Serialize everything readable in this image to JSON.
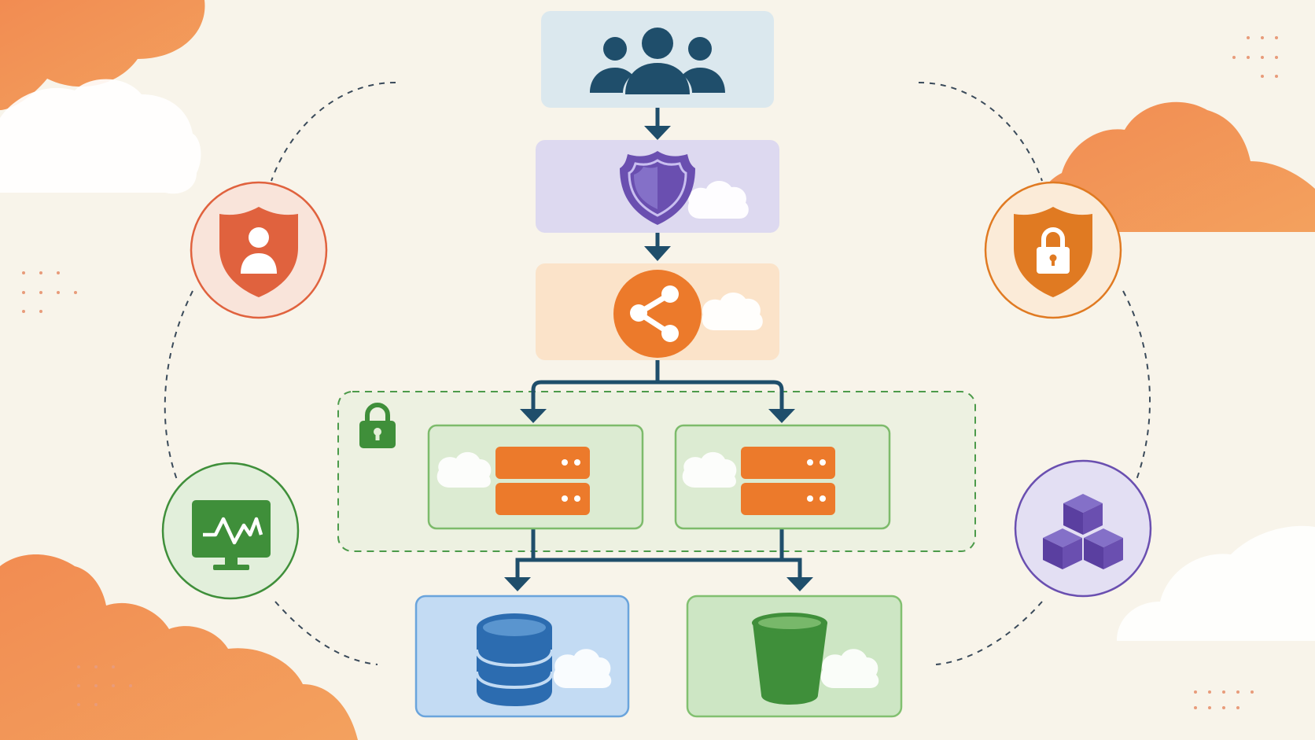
{
  "diagram": {
    "layers": [
      {
        "id": "users",
        "icon": "users-icon",
        "color": "#1f4e6b",
        "fill": "#dbe8ee"
      },
      {
        "id": "waf",
        "icon": "shield-icon",
        "color": "#6a4fb0",
        "fill": "#ddd9f0"
      },
      {
        "id": "load-balancer",
        "icon": "share-icon",
        "color": "#ec7a2b",
        "fill": "#fbe3c9"
      },
      {
        "id": "app-server-1",
        "icon": "server-icon",
        "color": "#ec7a2b",
        "fill": "#dcebd2"
      },
      {
        "id": "app-server-2",
        "icon": "server-icon",
        "color": "#ec7a2b",
        "fill": "#dcebd2"
      },
      {
        "id": "database",
        "icon": "database-icon",
        "color": "#2c6cb0",
        "fill": "#c3dbf3"
      },
      {
        "id": "storage-bucket",
        "icon": "bucket-icon",
        "color": "#3f8f3a",
        "fill": "#cde6c4"
      }
    ],
    "side_badges": [
      {
        "id": "identity",
        "icon": "user-shield-icon",
        "color": "#e0623e"
      },
      {
        "id": "encryption",
        "icon": "lock-shield-icon",
        "color": "#e07a22"
      },
      {
        "id": "monitoring",
        "icon": "monitor-icon",
        "color": "#3f8f3a"
      },
      {
        "id": "containers",
        "icon": "cubes-icon",
        "color": "#6a4fb0"
      }
    ],
    "private_zone": {
      "icon": "padlock-icon",
      "color": "#3f8f3a"
    },
    "colors": {
      "background": "#f8f4ea",
      "cloud_orange": "#f0955a",
      "cloud_white": "#ffffff",
      "connector": "#1f4e6b"
    }
  }
}
